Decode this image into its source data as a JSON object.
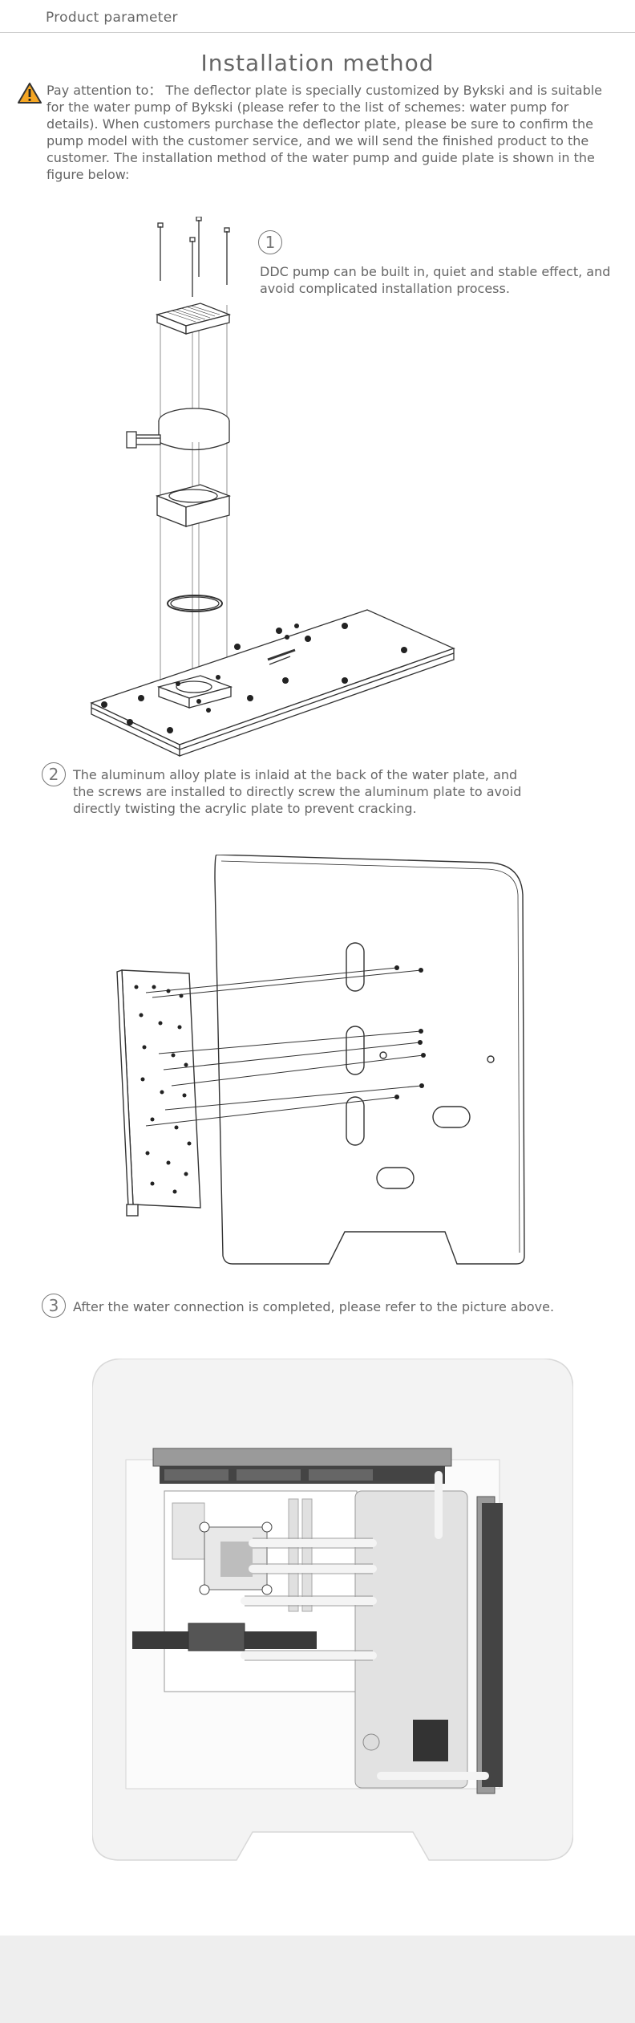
{
  "header": {
    "label": "Product parameter"
  },
  "title": "Installation method",
  "notice": {
    "icon": "warning-triangle-icon",
    "text": "Pay attention to： The deflector plate is specially customized by Bykski and is suitable for the water pump of Bykski (please refer to the list of schemes: water pump for details). When customers purchase the deflector plate, please be sure to confirm the pump model with the customer service, and we will send the finished product to the customer. The installation method of the water pump and guide plate is shown in the figure below:"
  },
  "steps": [
    {
      "number": "1",
      "text": "DDC pump can be built in, quiet and stable effect, and avoid complicated installation process."
    },
    {
      "number": "2",
      "text": "The aluminum alloy plate is inlaid at the back of the water plate, and the screws are installed to directly screw the aluminum plate to avoid directly twisting the acrylic plate to prevent cracking."
    },
    {
      "number": "3",
      "text": "After the water connection is completed, please refer to the picture above."
    }
  ],
  "colors": {
    "warning": "#f5a623",
    "line": "#333333",
    "bg_footer": "#eeeeee"
  }
}
